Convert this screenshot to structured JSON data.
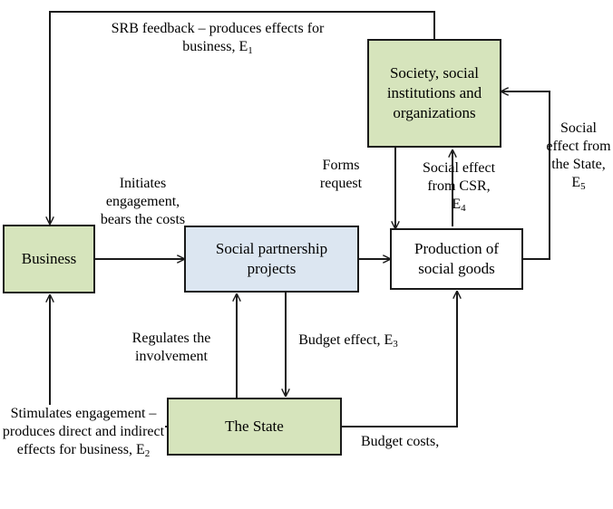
{
  "colors": {
    "green_fill": "#d6e4bc",
    "blue_fill": "#dce6f1",
    "white_fill": "#ffffff",
    "line": "#1a1a1a"
  },
  "nodes": {
    "business": "Business",
    "society": "Society, social institutions and organizations",
    "partnership": "Social partnership projects",
    "production": "Production of social goods",
    "state": "The State"
  },
  "edges": {
    "srb_feedback": {
      "text": "SRB feedback – produces effects for business, E",
      "sub": "1"
    },
    "initiates": "Initiates engagement, bears the costs",
    "forms_request": "Forms request",
    "csr_effect": {
      "text": "Social effect from CSR, E",
      "sub": "4"
    },
    "state_effect": {
      "text": "Social effect from the State, E",
      "sub": "5"
    },
    "regulates": "Regulates the involvement",
    "budget_effect": {
      "text": "Budget effect, E",
      "sub": "3"
    },
    "stimulates": {
      "text": "Stimulates engagement – produces direct and indirect effects for business, E",
      "sub": "2"
    },
    "budget_costs": "Budget costs,"
  }
}
